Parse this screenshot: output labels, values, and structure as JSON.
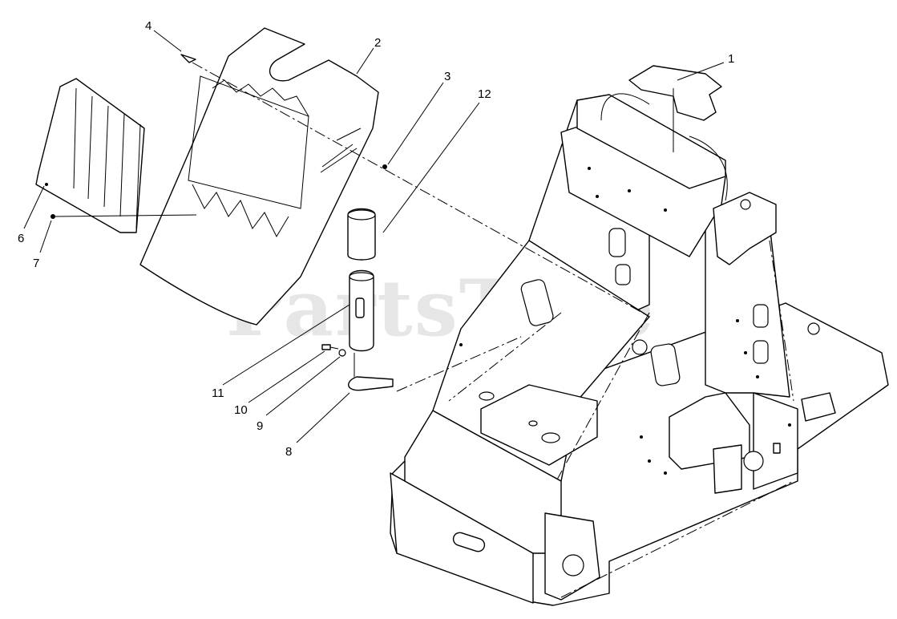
{
  "watermark": {
    "text": "PartsTree"
  },
  "callouts": [
    {
      "id": "1",
      "label": "1"
    },
    {
      "id": "2",
      "label": "2"
    },
    {
      "id": "3",
      "label": "3"
    },
    {
      "id": "4",
      "label": "4"
    },
    {
      "id": "6",
      "label": "6"
    },
    {
      "id": "7",
      "label": "7"
    },
    {
      "id": "8",
      "label": "8"
    },
    {
      "id": "9",
      "label": "9"
    },
    {
      "id": "10",
      "label": "10"
    },
    {
      "id": "11",
      "label": "11"
    },
    {
      "id": "12",
      "label": "12"
    }
  ],
  "colors": {
    "line": "#000000",
    "background": "#ffffff",
    "watermark": "#e6e6e6"
  }
}
